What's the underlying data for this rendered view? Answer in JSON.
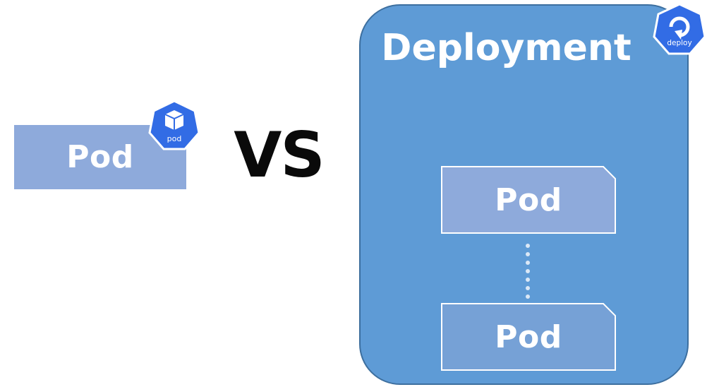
{
  "left": {
    "pod_label": "Pod",
    "badge_text": "pod",
    "colors": {
      "fill": "#8eaadb",
      "badge": "#326ce5"
    }
  },
  "vs_text": "VS",
  "deployment": {
    "title": "Deployment",
    "badge_text": "deploy",
    "colors": {
      "fill": "#5e9bd6",
      "border": "#3d6f9f"
    },
    "pods": [
      {
        "label": "Pod",
        "fill": "#8eaadb"
      },
      {
        "label": "Pod",
        "fill": "#76a1d6"
      }
    ]
  }
}
